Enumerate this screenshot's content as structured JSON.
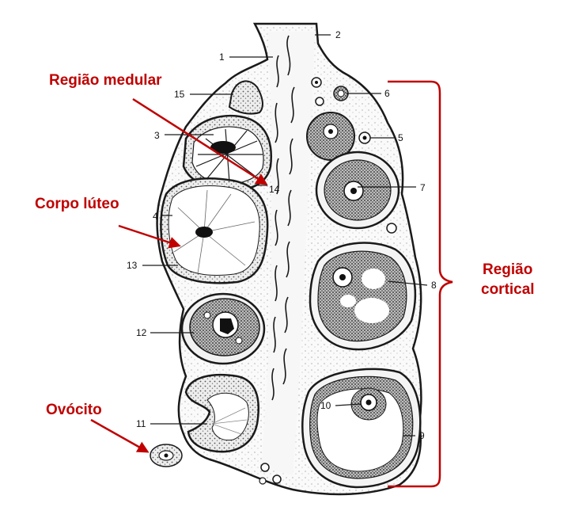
{
  "annotations": {
    "medullary_region": "Região medular",
    "corpus_luteum": "Corpo lúteo",
    "oocyte": "Ovócito",
    "cortical_region_line1": "Região",
    "cortical_region_line2": "cortical"
  },
  "number_labels": [
    "1",
    "2",
    "3",
    "4",
    "5",
    "6",
    "7",
    "8",
    "9",
    "10",
    "11",
    "12",
    "13",
    "14",
    "15"
  ],
  "colors": {
    "annotation": "#c00000",
    "ink": "#1a1a1a",
    "tissue": "#f4f4f4"
  }
}
